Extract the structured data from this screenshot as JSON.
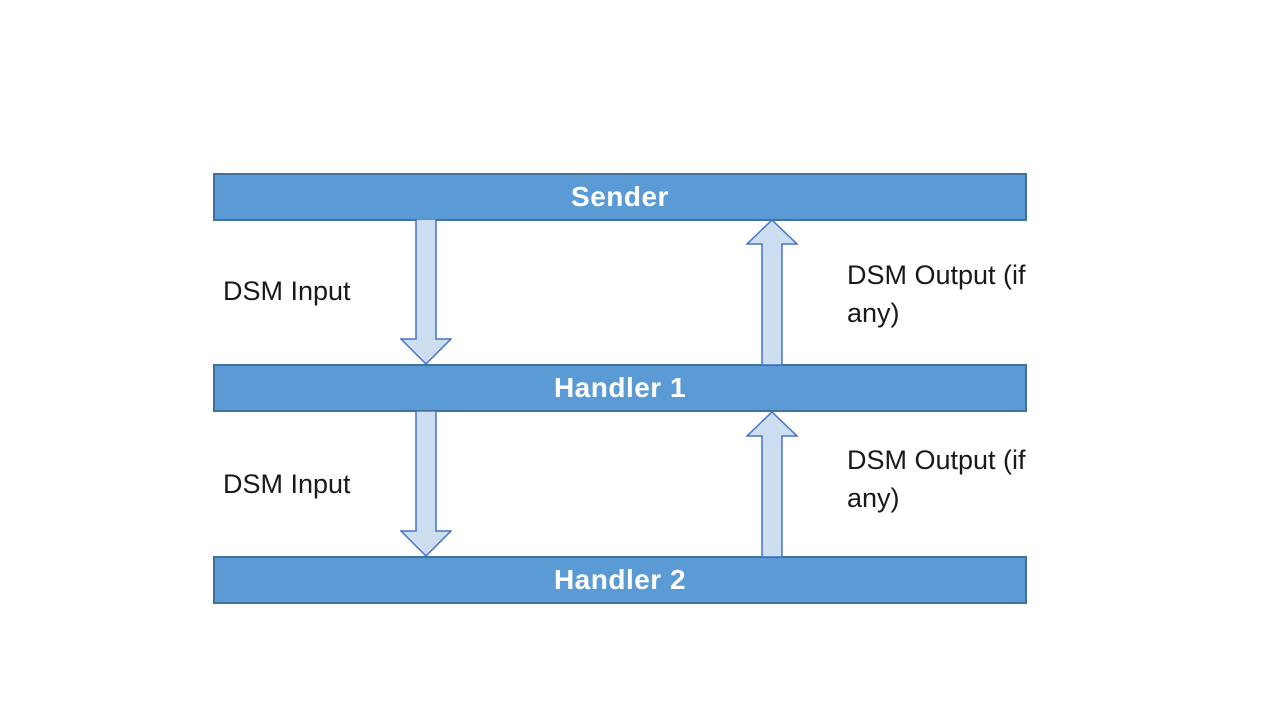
{
  "diagram": {
    "nodes": [
      {
        "id": "sender",
        "label": "Sender"
      },
      {
        "id": "handler1",
        "label": "Handler 1"
      },
      {
        "id": "handler2",
        "label": "Handler 2"
      }
    ],
    "edges": [
      {
        "from": "sender",
        "to": "handler1",
        "direction": "down",
        "label": "DSM Input"
      },
      {
        "from": "handler1",
        "to": "sender",
        "direction": "up",
        "label": "DSM Output (if any)"
      },
      {
        "from": "handler1",
        "to": "handler2",
        "direction": "down",
        "label": "DSM Input"
      },
      {
        "from": "handler2",
        "to": "handler1",
        "direction": "up",
        "label": "DSM Output (if any)"
      }
    ]
  },
  "colors": {
    "bar_fill": "#5B9BD5",
    "bar_border": "#41719C",
    "bar_text": "#FFFFFF",
    "arrow_fill": "#CDDEF1",
    "arrow_border": "#4472C4",
    "label_text": "#191919"
  }
}
